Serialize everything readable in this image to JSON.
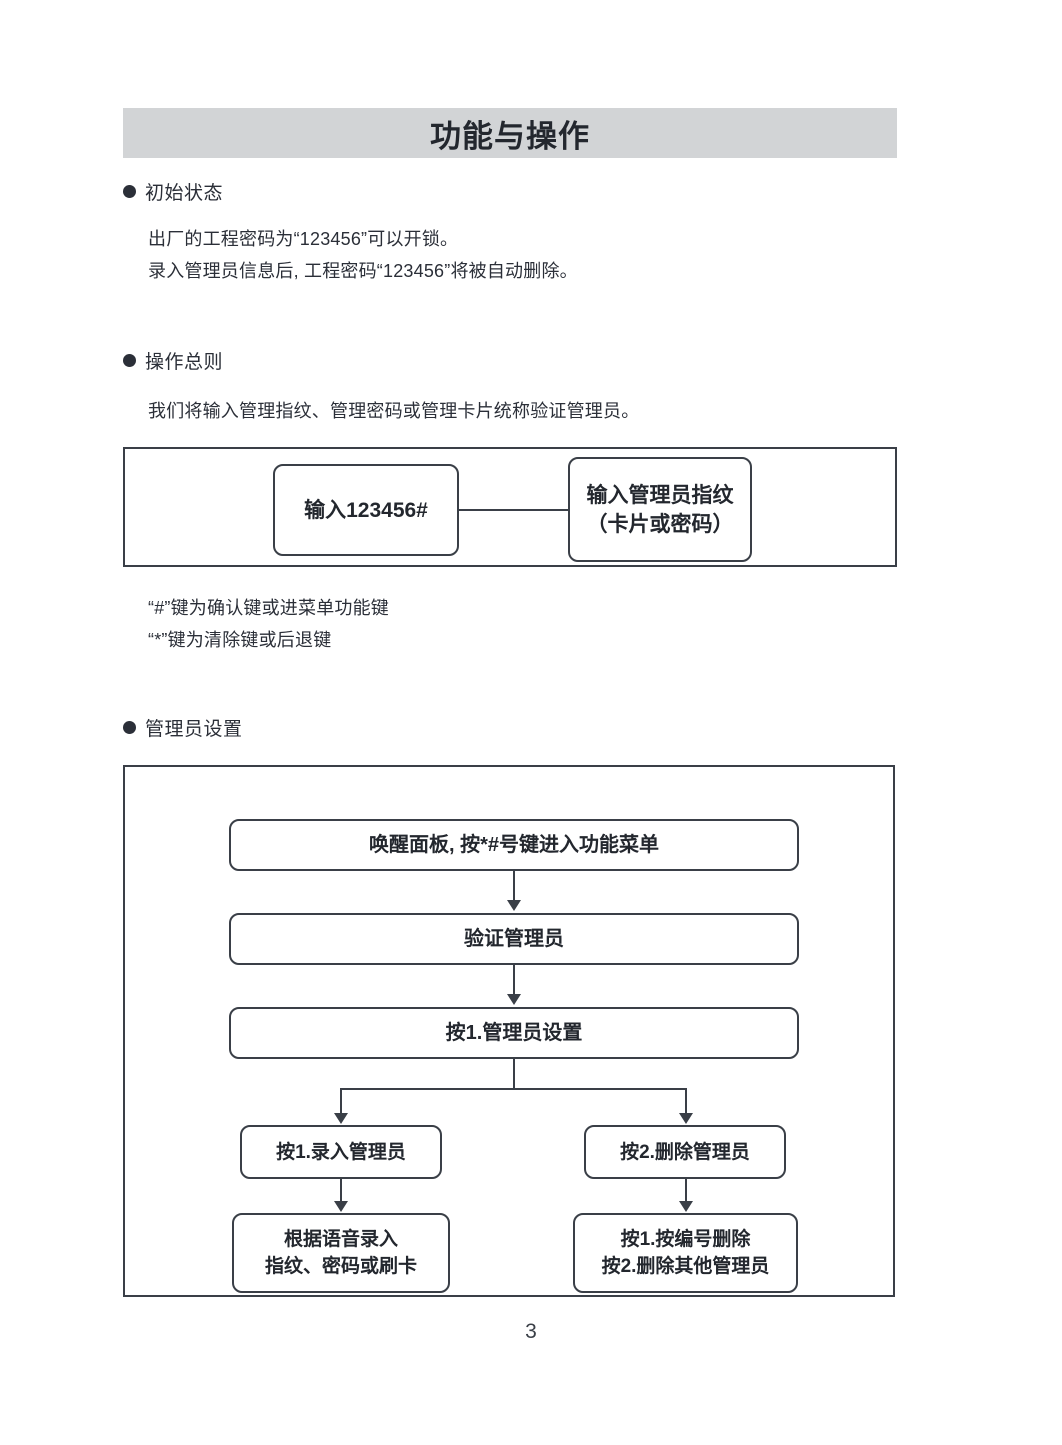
{
  "document": {
    "title": "功能与操作",
    "page_number": "3"
  },
  "sections": [
    {
      "heading": "初始状态",
      "lines": [
        "出厂的工程密码为“123456”可以开锁。",
        "录入管理员信息后, 工程密码“123456”将被自动删除。"
      ]
    },
    {
      "heading": "操作总则",
      "lines": [
        "我们将输入管理指纹、管理密码或管理卡片统称验证管理员。"
      ],
      "notes": [
        "“#”键为确认键或进菜单功能键",
        "“*”键为清除键或后退键"
      ]
    },
    {
      "heading": "管理员设置"
    }
  ],
  "diagram_verify": {
    "nodes": {
      "input_code": "输入123456#",
      "admin_verify_line1": "输入管理员指纹",
      "admin_verify_line2": "（卡片或密码）"
    }
  },
  "diagram_admin_setup": {
    "nodes": {
      "wake_panel": "唤醒面板, 按*#号键进入功能菜单",
      "verify_admin": "验证管理员",
      "admin_settings": "按1.管理员设置",
      "enroll_admin": "按1.录入管理员",
      "delete_admin": "按2.删除管理员",
      "enroll_detail_line1": "根据语音录入",
      "enroll_detail_line2": "指纹、密码或刷卡",
      "delete_detail_line1": "按1.按编号删除",
      "delete_detail_line2": "按2.删除其他管理员"
    }
  },
  "colors": {
    "banner_gray": "#d2d4d6",
    "ink": "#2b2f38",
    "stroke": "#3a3f47"
  }
}
